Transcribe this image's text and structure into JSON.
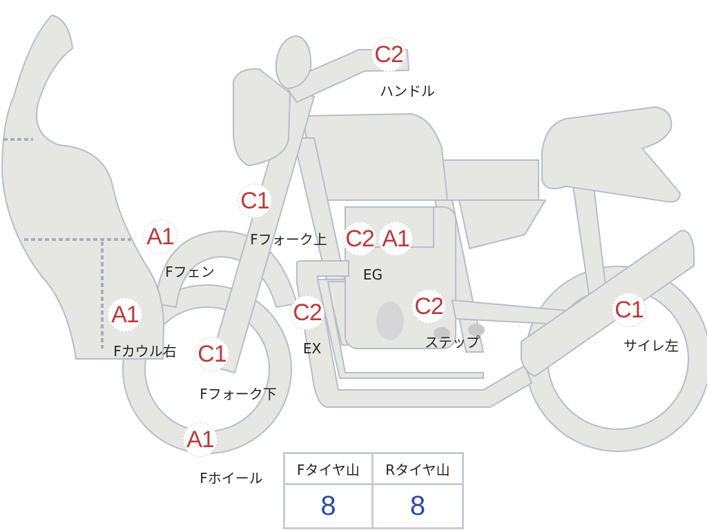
{
  "colors": {
    "part_fill": "#e6e6e3",
    "outline": "#b8bcc8",
    "grade": "#b93a3a",
    "value": "#2a4aa8"
  },
  "markers": [
    {
      "grade": "C2",
      "label": "ハンドル"
    },
    {
      "grade": "C1",
      "label": "Fフォーク上"
    },
    {
      "grade": "A1",
      "label": "Fフェン"
    },
    {
      "grade": "C2",
      "label": "EG"
    },
    {
      "grade": "A1",
      "label": ""
    },
    {
      "grade": "C2",
      "label": "EX"
    },
    {
      "grade": "C2",
      "label": "ステップ"
    },
    {
      "grade": "A1",
      "label": "Fカウル右"
    },
    {
      "grade": "C1",
      "label": "Fフォーク下"
    },
    {
      "grade": "A1",
      "label": "Fホイール"
    },
    {
      "grade": "C1",
      "label": "サイレ左"
    }
  ],
  "tire_table": {
    "headers": [
      "Fタイヤ山",
      "Rタイヤ山"
    ],
    "values": [
      "8",
      "8"
    ]
  }
}
